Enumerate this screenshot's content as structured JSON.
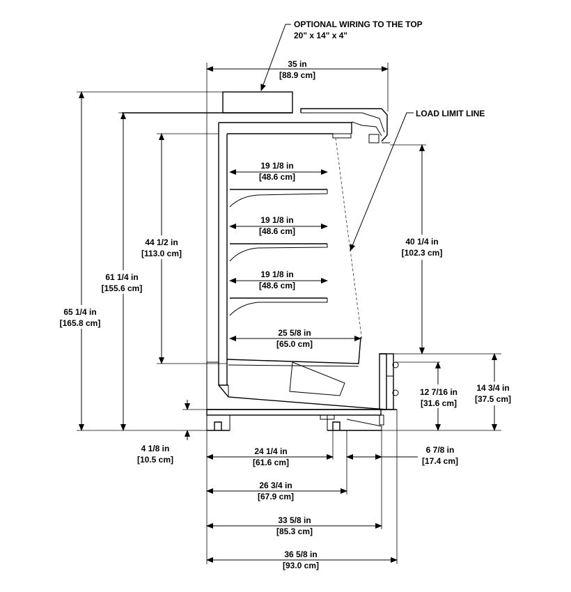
{
  "callouts": {
    "optional_wiring_title": "OPTIONAL WIRING TO THE TOP",
    "optional_wiring_size": "20\" x 14\" x 4\"",
    "load_limit": "LOAD LIMIT LINE"
  },
  "dimensions": {
    "top_width": {
      "in": "35 in",
      "cm": "[88.9 cm]"
    },
    "height_65": {
      "in": "65 1/4 in",
      "cm": "[165.8 cm]"
    },
    "height_61": {
      "in": "61 1/4 in",
      "cm": "[155.6 cm]"
    },
    "height_44": {
      "in": "44 1/2 in",
      "cm": "[113.0 cm]"
    },
    "shelf_1": {
      "in": "19 1/8 in",
      "cm": "[48.6 cm]"
    },
    "shelf_2": {
      "in": "19 1/8 in",
      "cm": "[48.6 cm]"
    },
    "shelf_3": {
      "in": "19 1/8 in",
      "cm": "[48.6 cm]"
    },
    "deck_depth": {
      "in": "25 5/8 in",
      "cm": "[65.0 cm]"
    },
    "height_40": {
      "in": "40 1/4 in",
      "cm": "[102.3 cm]"
    },
    "height_12": {
      "in": "12 7/16 in",
      "cm": "[31.6 cm]"
    },
    "height_14": {
      "in": "14 3/4 in",
      "cm": "[37.5 cm]"
    },
    "base_4": {
      "in": "4 1/8 in",
      "cm": "[10.5 cm]"
    },
    "foot_24": {
      "in": "24 1/4 in",
      "cm": "[61.6 cm]"
    },
    "front_6": {
      "in": "6 7/8 in",
      "cm": "[17.4 cm]"
    },
    "foot_26": {
      "in": "26 3/4 in",
      "cm": "[67.9 cm]"
    },
    "depth_33": {
      "in": "33 5/8 in",
      "cm": "[85.3 cm]"
    },
    "depth_36": {
      "in": "36 5/8 in",
      "cm": "[93.0 cm]"
    }
  }
}
